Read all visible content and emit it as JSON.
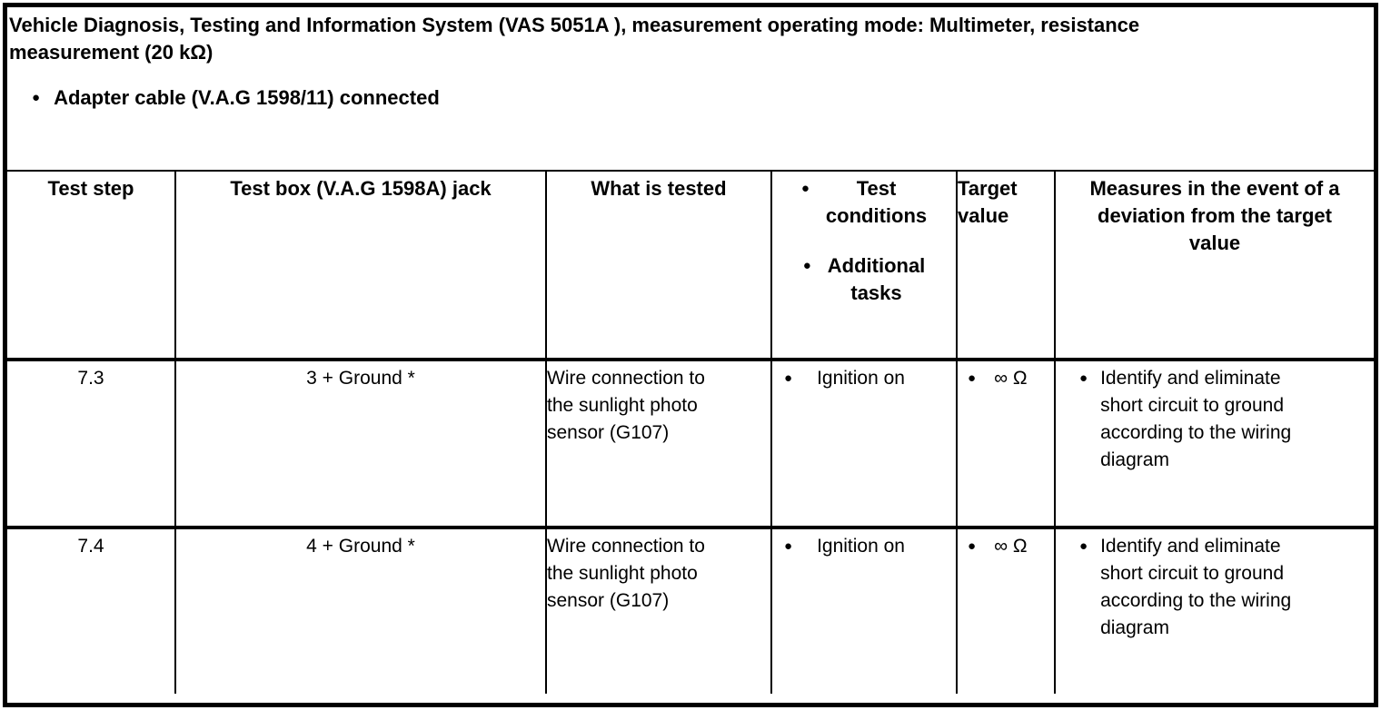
{
  "ui": {
    "bullet_glyph": "●"
  },
  "doc": {
    "title": "Vehicle Diagnosis, Testing and Information System (VAS 5051A ), measurement operating mode: Multimeter, resistance\nmeasurement (20 kΩ)",
    "adapter_note": "Adapter cable (V.A.G 1598/11) connected"
  },
  "table": {
    "headers": {
      "test_step": "Test step",
      "jack": "Test box (V.A.G 1598A) jack",
      "what_is_tested": "What is tested",
      "conditions_items": [
        "Test\nconditions",
        "Additional\ntasks"
      ],
      "target_value": "Target\nvalue",
      "measures": "Measures in the event of a\ndeviation from the target\nvalue"
    },
    "rows": [
      {
        "test_step": "7.3",
        "jack": "3 + Ground *",
        "what_is_tested": "Wire connection to\nthe sunlight photo\nsensor (G107)",
        "test_conditions": [
          "Ignition on"
        ],
        "target_value": [
          "∞ Ω"
        ],
        "measures": [
          "Identify and eliminate\nshort circuit to ground\naccording to the wiring\ndiagram"
        ]
      },
      {
        "test_step": "7.4",
        "jack": "4 + Ground *",
        "what_is_tested": "Wire connection to\nthe sunlight photo\nsensor (G107)",
        "test_conditions": [
          "Ignition on"
        ],
        "target_value": [
          "∞ Ω"
        ],
        "measures": [
          "Identify and eliminate\nshort circuit to ground\naccording to the wiring\ndiagram"
        ]
      }
    ]
  }
}
